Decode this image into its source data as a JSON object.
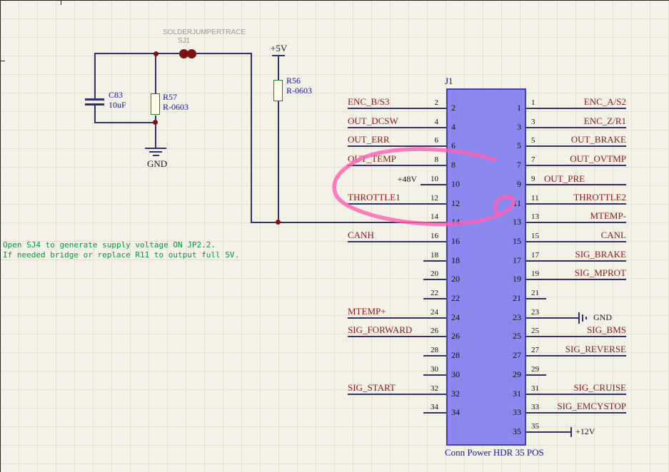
{
  "notes": {
    "line1": "Open SJ4 to generate supply voltage ON JP2.2.",
    "line2": "If needed bridge or replace R11 to output full 5V."
  },
  "solder_jumper": {
    "label": "SOLDERJUMPERTRACE",
    "designator": "SJ1"
  },
  "capacitor": {
    "designator": "C83",
    "value": "10uF"
  },
  "r57": {
    "designator": "R57",
    "value": "R-0603"
  },
  "r56": {
    "designator": "R56",
    "value": "R-0603"
  },
  "power": {
    "p5v": "+5V",
    "gnd": "GND"
  },
  "connector": {
    "designator": "J1",
    "comment": "Conn Power HDR 35 POS",
    "left_pins": [
      {
        "num": "2",
        "label": "ENC_B/S3",
        "type": "label"
      },
      {
        "num": "4",
        "label": "OUT_DCSW",
        "type": "label"
      },
      {
        "num": "6",
        "label": "OUT_ERR",
        "type": "label"
      },
      {
        "num": "8",
        "label": "OUT_TEMP",
        "type": "label"
      },
      {
        "num": "10",
        "label": "+48V",
        "type": "power"
      },
      {
        "num": "12",
        "label": "THROTTLE1",
        "type": "label"
      },
      {
        "num": "14",
        "label": "",
        "type": "supply"
      },
      {
        "num": "16",
        "label": "CANH",
        "type": "label"
      },
      {
        "num": "18",
        "label": "",
        "type": "stub"
      },
      {
        "num": "20",
        "label": "",
        "type": "stub"
      },
      {
        "num": "22",
        "label": "",
        "type": "stub"
      },
      {
        "num": "24",
        "label": "MTEMP+",
        "type": "label"
      },
      {
        "num": "26",
        "label": "SIG_FORWARD",
        "type": "label"
      },
      {
        "num": "28",
        "label": "",
        "type": "stub"
      },
      {
        "num": "30",
        "label": "",
        "type": "stub"
      },
      {
        "num": "32",
        "label": "SIG_START",
        "type": "label"
      },
      {
        "num": "34",
        "label": "",
        "type": "stub"
      }
    ],
    "right_pins": [
      {
        "num": "1",
        "label": "ENC_A/S2",
        "type": "label"
      },
      {
        "num": "3",
        "label": "ENC_Z/R1",
        "type": "label"
      },
      {
        "num": "5",
        "label": "OUT_BRAKE",
        "type": "label"
      },
      {
        "num": "7",
        "label": "OUT_OVTMP",
        "type": "label"
      },
      {
        "num": "9",
        "label": "OUT_PRE",
        "type": "inline"
      },
      {
        "num": "11",
        "label": "THROTTLE2",
        "type": "label"
      },
      {
        "num": "13",
        "label": "MTEMP-",
        "type": "label"
      },
      {
        "num": "15",
        "label": "CANL",
        "type": "label"
      },
      {
        "num": "17",
        "label": "SIG_BRAKE",
        "type": "label"
      },
      {
        "num": "19",
        "label": "SIG_MPROT",
        "type": "label"
      },
      {
        "num": "21",
        "label": "",
        "type": "stub"
      },
      {
        "num": "23",
        "label": "GND",
        "type": "gnd"
      },
      {
        "num": "25",
        "label": "SIG_BMS",
        "type": "label"
      },
      {
        "num": "27",
        "label": "SIG_REVERSE",
        "type": "label"
      },
      {
        "num": "29",
        "label": "",
        "type": "stub"
      },
      {
        "num": "31",
        "label": "SIG_CRUISE",
        "type": "label"
      },
      {
        "num": "33",
        "label": "SIG_EMCYSTOP",
        "type": "label"
      },
      {
        "num": "35",
        "label": "+12V",
        "type": "power"
      }
    ]
  },
  "colors": {
    "background": "#f4f1e6",
    "grid_line": "#e2dfd0",
    "wire": "#31316f",
    "net_label": "#8c1a1a",
    "designator_blue": "#1515a3",
    "power_text": "#1b1b1b",
    "connector_fill": "#8a87ee",
    "connector_border": "#4442b0",
    "resistor_border": "#2e7d32",
    "resistor_fill": "#fcfce8",
    "junction": "#7a1414",
    "note_green": "#009a3c",
    "jumper_grey": "#9a9a9a",
    "annotation_pink": "#ff5fb4"
  }
}
